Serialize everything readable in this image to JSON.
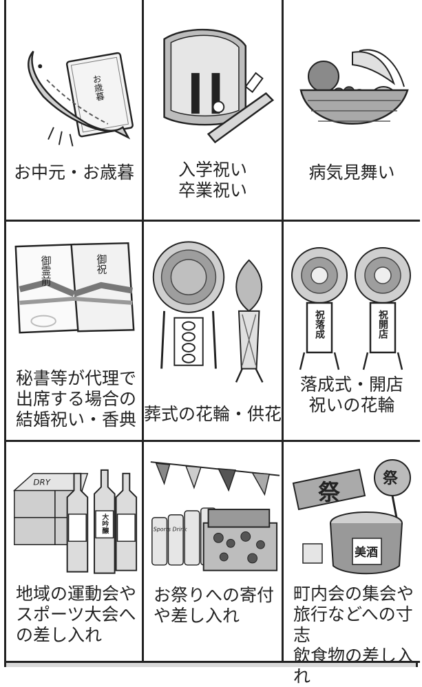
{
  "cells": [
    {
      "illustration": "salmon-and-gift-illustration",
      "lines": [
        "お中元・お歳暮"
      ],
      "package_text": "お歳暮"
    },
    {
      "illustration": "school-backpack-illustration",
      "lines": [
        "入学祝い",
        "卒業祝い"
      ]
    },
    {
      "illustration": "fruit-basket-illustration",
      "lines": [
        "病気見舞い"
      ]
    },
    {
      "illustration": "gift-envelopes-illustration",
      "lines": [
        "秘書等が代理で",
        "出席する場合の",
        "結婚祝い・香典"
      ],
      "envelope_left": "御霊前",
      "envelope_right": "御祝"
    },
    {
      "illustration": "funeral-flower-wreath-illustration",
      "lines": [
        "葬式の花輪・供花"
      ]
    },
    {
      "illustration": "opening-flower-stands-illustration",
      "lines": [
        "落成式・開店",
        "祝いの花輪"
      ],
      "stand_left": "祝落成",
      "stand_right": "祝開店"
    },
    {
      "illustration": "beverages-and-sake-illustration",
      "lines": [
        "地域の運動会や",
        "スポーツ大会へ",
        "の差し入れ"
      ],
      "bottle_label": "大吟醸",
      "carton_label": "DRY"
    },
    {
      "illustration": "festival-drinks-and-bento-illustration",
      "lines": [
        "お祭りへの寄付",
        "や差し入れ"
      ],
      "bottle_label": "Sports Drink"
    },
    {
      "illustration": "festival-sake-barrel-illustration",
      "lines": [
        "町内会の集会や",
        "旅行などへの寸志",
        "飲食物の差し入れ"
      ],
      "fan_text": "祭",
      "banner_text": "祭",
      "barrel_text": "美酒"
    }
  ]
}
